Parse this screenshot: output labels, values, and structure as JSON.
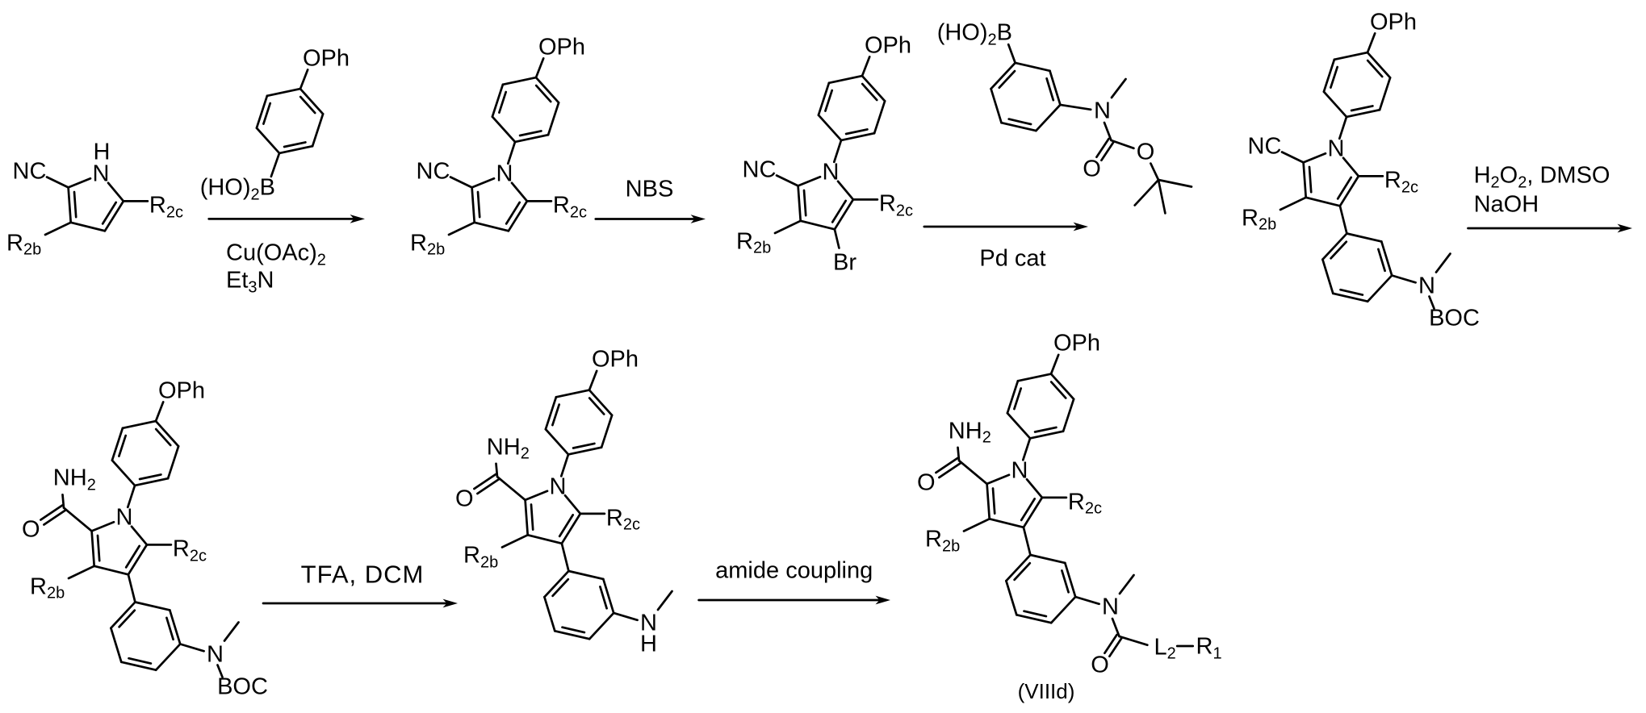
{
  "colors": {
    "ink": "#000000",
    "paper": "#ffffff"
  },
  "scheme": {
    "m1": {
      "nc": "NC",
      "h": "H",
      "n": "N",
      "r2b": [
        "R",
        "2b"
      ],
      "r2c": [
        "R",
        "2c"
      ]
    },
    "r1": {
      "oph": "OPh",
      "boronic": [
        "(HO)",
        "2",
        "B"
      ]
    },
    "a1": {
      "line1": [
        "Cu(OAc)",
        "2"
      ],
      "line2": [
        "Et",
        "3",
        "N"
      ]
    },
    "m2": {
      "oph": "OPh",
      "nc": "NC",
      "n": "N",
      "r2b": [
        "R",
        "2b"
      ],
      "r2c": [
        "R",
        "2c"
      ]
    },
    "a2": {
      "label": "NBS"
    },
    "m3": {
      "oph": "OPh",
      "nc": "NC",
      "n": "N",
      "r2b": [
        "R",
        "2b"
      ],
      "r2c": [
        "R",
        "2c"
      ],
      "br": "Br"
    },
    "r2": {
      "boronic": [
        "(HO)",
        "2",
        "B"
      ],
      "n": "N",
      "o_carbonyl": "O",
      "o_ester": "O"
    },
    "a3": {
      "label": "Pd cat"
    },
    "m4": {
      "oph": "OPh",
      "nc": "NC",
      "n": "N",
      "r2b": [
        "R",
        "2b"
      ],
      "r2c": [
        "R",
        "2c"
      ],
      "n_amine": "N",
      "boc": "BOC"
    },
    "a4": {
      "line1": [
        "H",
        "2",
        "O",
        "2",
        ", DMSO"
      ],
      "line2": "NaOH"
    },
    "m5": {
      "oph": "OPh",
      "nh2": [
        "NH",
        "2"
      ],
      "o": "O",
      "n": "N",
      "r2b": [
        "R",
        "2b"
      ],
      "r2c": [
        "R",
        "2c"
      ],
      "n_amine": "N",
      "boc": "BOC"
    },
    "a5": {
      "label": "TFA, DCM"
    },
    "m6": {
      "oph": "OPh",
      "nh2": [
        "NH",
        "2"
      ],
      "o": "O",
      "n": "N",
      "r2b": [
        "R",
        "2b"
      ],
      "r2c": [
        "R",
        "2c"
      ],
      "n_amine": "N",
      "h_amine": "H"
    },
    "a6": {
      "label": "amide coupling"
    },
    "m7": {
      "oph": "OPh",
      "nh2": [
        "NH",
        "2"
      ],
      "o": "O",
      "n": "N",
      "r2b": [
        "R",
        "2b"
      ],
      "r2c": [
        "R",
        "2c"
      ],
      "n_amine": "N",
      "o_amide": "O",
      "l2": [
        "L",
        "2"
      ],
      "r1": [
        "R",
        "1"
      ],
      "tag": "(VIIId)"
    }
  }
}
